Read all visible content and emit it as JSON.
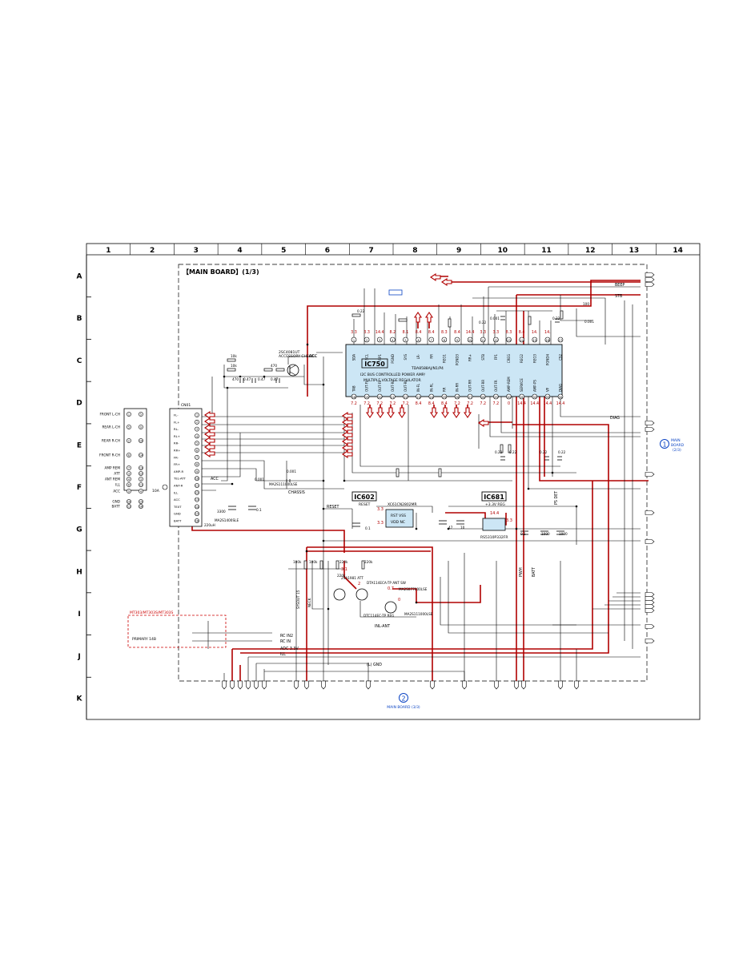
{
  "grid": {
    "columns": [
      "1",
      "2",
      "3",
      "4",
      "5",
      "6",
      "7",
      "8",
      "9",
      "10",
      "11",
      "12",
      "13",
      "14"
    ],
    "rows": [
      "A",
      "B",
      "C",
      "D",
      "E",
      "F",
      "G",
      "H",
      "I",
      "J",
      "K"
    ]
  },
  "board_title": "【MAIN BOARD】(1/3)",
  "ic750": {
    "name": "IC750",
    "line1": "TDA8588AJ/N1/P4",
    "line2": "I2C BUS CONTROLLED POWER AMP/",
    "line3": "MULTIPLE VOLTAGE REGULATOR",
    "top_pins": [
      "SDA",
      "SCL",
      "RP1",
      "PGND",
      "SYS",
      "LR-",
      "RR",
      "REG1",
      "PGND3",
      "RR+",
      "STB",
      "FP1",
      "CREG",
      "REG2",
      "REG3",
      "PGND4",
      "CS2"
    ],
    "bottom_pins": [
      "TAB",
      "OUT-FL",
      "OUT-FL",
      "OUT-RL",
      "OUT-RL",
      "IN-FL",
      "IN-RL",
      "RR",
      "IN-RR",
      "OUT-RR",
      "OUT-RR",
      "OUT-FR",
      "AMP-REM",
      "SERVICE",
      "AMP-PS",
      "VP",
      "DIAG"
    ],
    "top_voltages": [
      "3.3",
      "3.3",
      "14.4",
      "8.2",
      "8.1",
      "8.4",
      "8.4",
      "8.3",
      "8.4",
      "14.4",
      "3.3",
      "3.3",
      "8.3",
      "8.4",
      "14.",
      "14.",
      ""
    ],
    "bottom_voltages": [
      "7.2",
      "7.2",
      "7.2",
      "7.2",
      "7.2",
      "8.4",
      "8.4",
      "8.4",
      "7.2",
      "7.2",
      "7.2",
      "7.2",
      "0",
      "14.4",
      "14.4",
      "14.4",
      "14.4"
    ]
  },
  "ic602": {
    "name": "IC602",
    "function": "RESET",
    "part": "XC61CN2802MR",
    "pins": [
      "RST VSS",
      "VDD NC"
    ],
    "voltages": [
      "3.3",
      "3.3"
    ]
  },
  "ic681": {
    "name": "IC681",
    "function": "+3.3V REG",
    "part": "RS5310P332FR",
    "voltages": [
      "14.4",
      "3.3"
    ]
  },
  "q_accessory": {
    "label1": "2SC4081UT",
    "label2": "ACCESSORY CHECK",
    "net": "ACC"
  },
  "connector_cn": {
    "ref": "CN01",
    "labels": [
      "FRONT L-CH",
      "REAR L-CH",
      "REAR R-CH",
      "FRONT R-CH",
      "AMP REM",
      "ATT",
      "ANT REM",
      "ILL",
      "ACC",
      "GND",
      "BATT"
    ],
    "pins_left": [
      "1",
      "5",
      "2",
      "6",
      "7",
      "3",
      "4",
      "8",
      "9",
      "10",
      "11"
    ],
    "pins_right": [
      "5",
      "9",
      "10",
      "14",
      "13",
      "12",
      "3",
      "11",
      "4",
      "15",
      "16"
    ]
  },
  "connector_cn01": {
    "labels": [
      "FL-",
      "FL+",
      "RL-",
      "RL+",
      "RR-",
      "RR+",
      "FR-",
      "FR+",
      "AMP-R",
      "TEL-ATT",
      "ANT-R",
      "ILL",
      "ACC",
      "TEXT",
      "GND",
      "BATT"
    ],
    "pins": [
      "1",
      "2",
      "3",
      "4",
      "5",
      "6",
      "7",
      "8",
      "9",
      "10",
      "11",
      "12",
      "13",
      "14",
      "15",
      "16"
    ]
  },
  "fuse": "10A",
  "labels": {
    "diag": "DIAG",
    "beep": "BEEP",
    "stb": "STB",
    "reset": "RESET",
    "acc_in": "ACC",
    "pwm": "PWM",
    "batt": "BATT",
    "ps_det": "PS DET",
    "mt_note": "MT303/MT303S/MT303S",
    "primary": "PRIMARY 14B",
    "sys_out": "SYSOUT 15",
    "q_att": "2SA1981 ATT",
    "q_ant": "DTA114ECA-TP ANT SW",
    "q_reg": "DTC114EC-TP REG",
    "q_batt_det": "MA2S077000LSE",
    "q_batt_det2": "MA2S111000LSE",
    "diode_1": "MA2S111000LSE",
    "diode_2": "MA2S1400SLE",
    "chassis": "CHASSIS",
    "rc_in2": "RC IN2",
    "rc_in": "RC IN",
    "adc": "ADC 3.3V",
    "ill": "ILL",
    "n_neck": "NECK",
    "bottom_mid": "(L) GND",
    "inl_ant": "INL-ANT"
  },
  "main_board_ref_1": {
    "badge": "1",
    "line1": "MAIN",
    "line2": "BOARD",
    "line3": "(2/3)"
  },
  "main_board_ref_2": {
    "badge": "2",
    "line1": "MAIN BOARD (3/3)"
  },
  "colors": {
    "trace": "#000000",
    "power": "#b00000",
    "ic_fill": "#cce6f5",
    "ref_blue": "#0b44c4",
    "dash_red": "#cc0000"
  }
}
